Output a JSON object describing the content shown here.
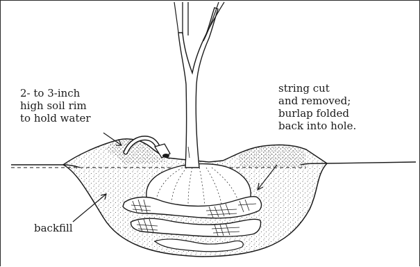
{
  "labels": {
    "soil_rim": "2- to 3-inch\nhigh soil rim\nto hold water",
    "string_cut": "string cut\nand removed;\nburlap folded\nback into hole.",
    "backfill": "backfill"
  },
  "colors": {
    "ink": "#1a1a1a",
    "paper": "#ffffff"
  }
}
